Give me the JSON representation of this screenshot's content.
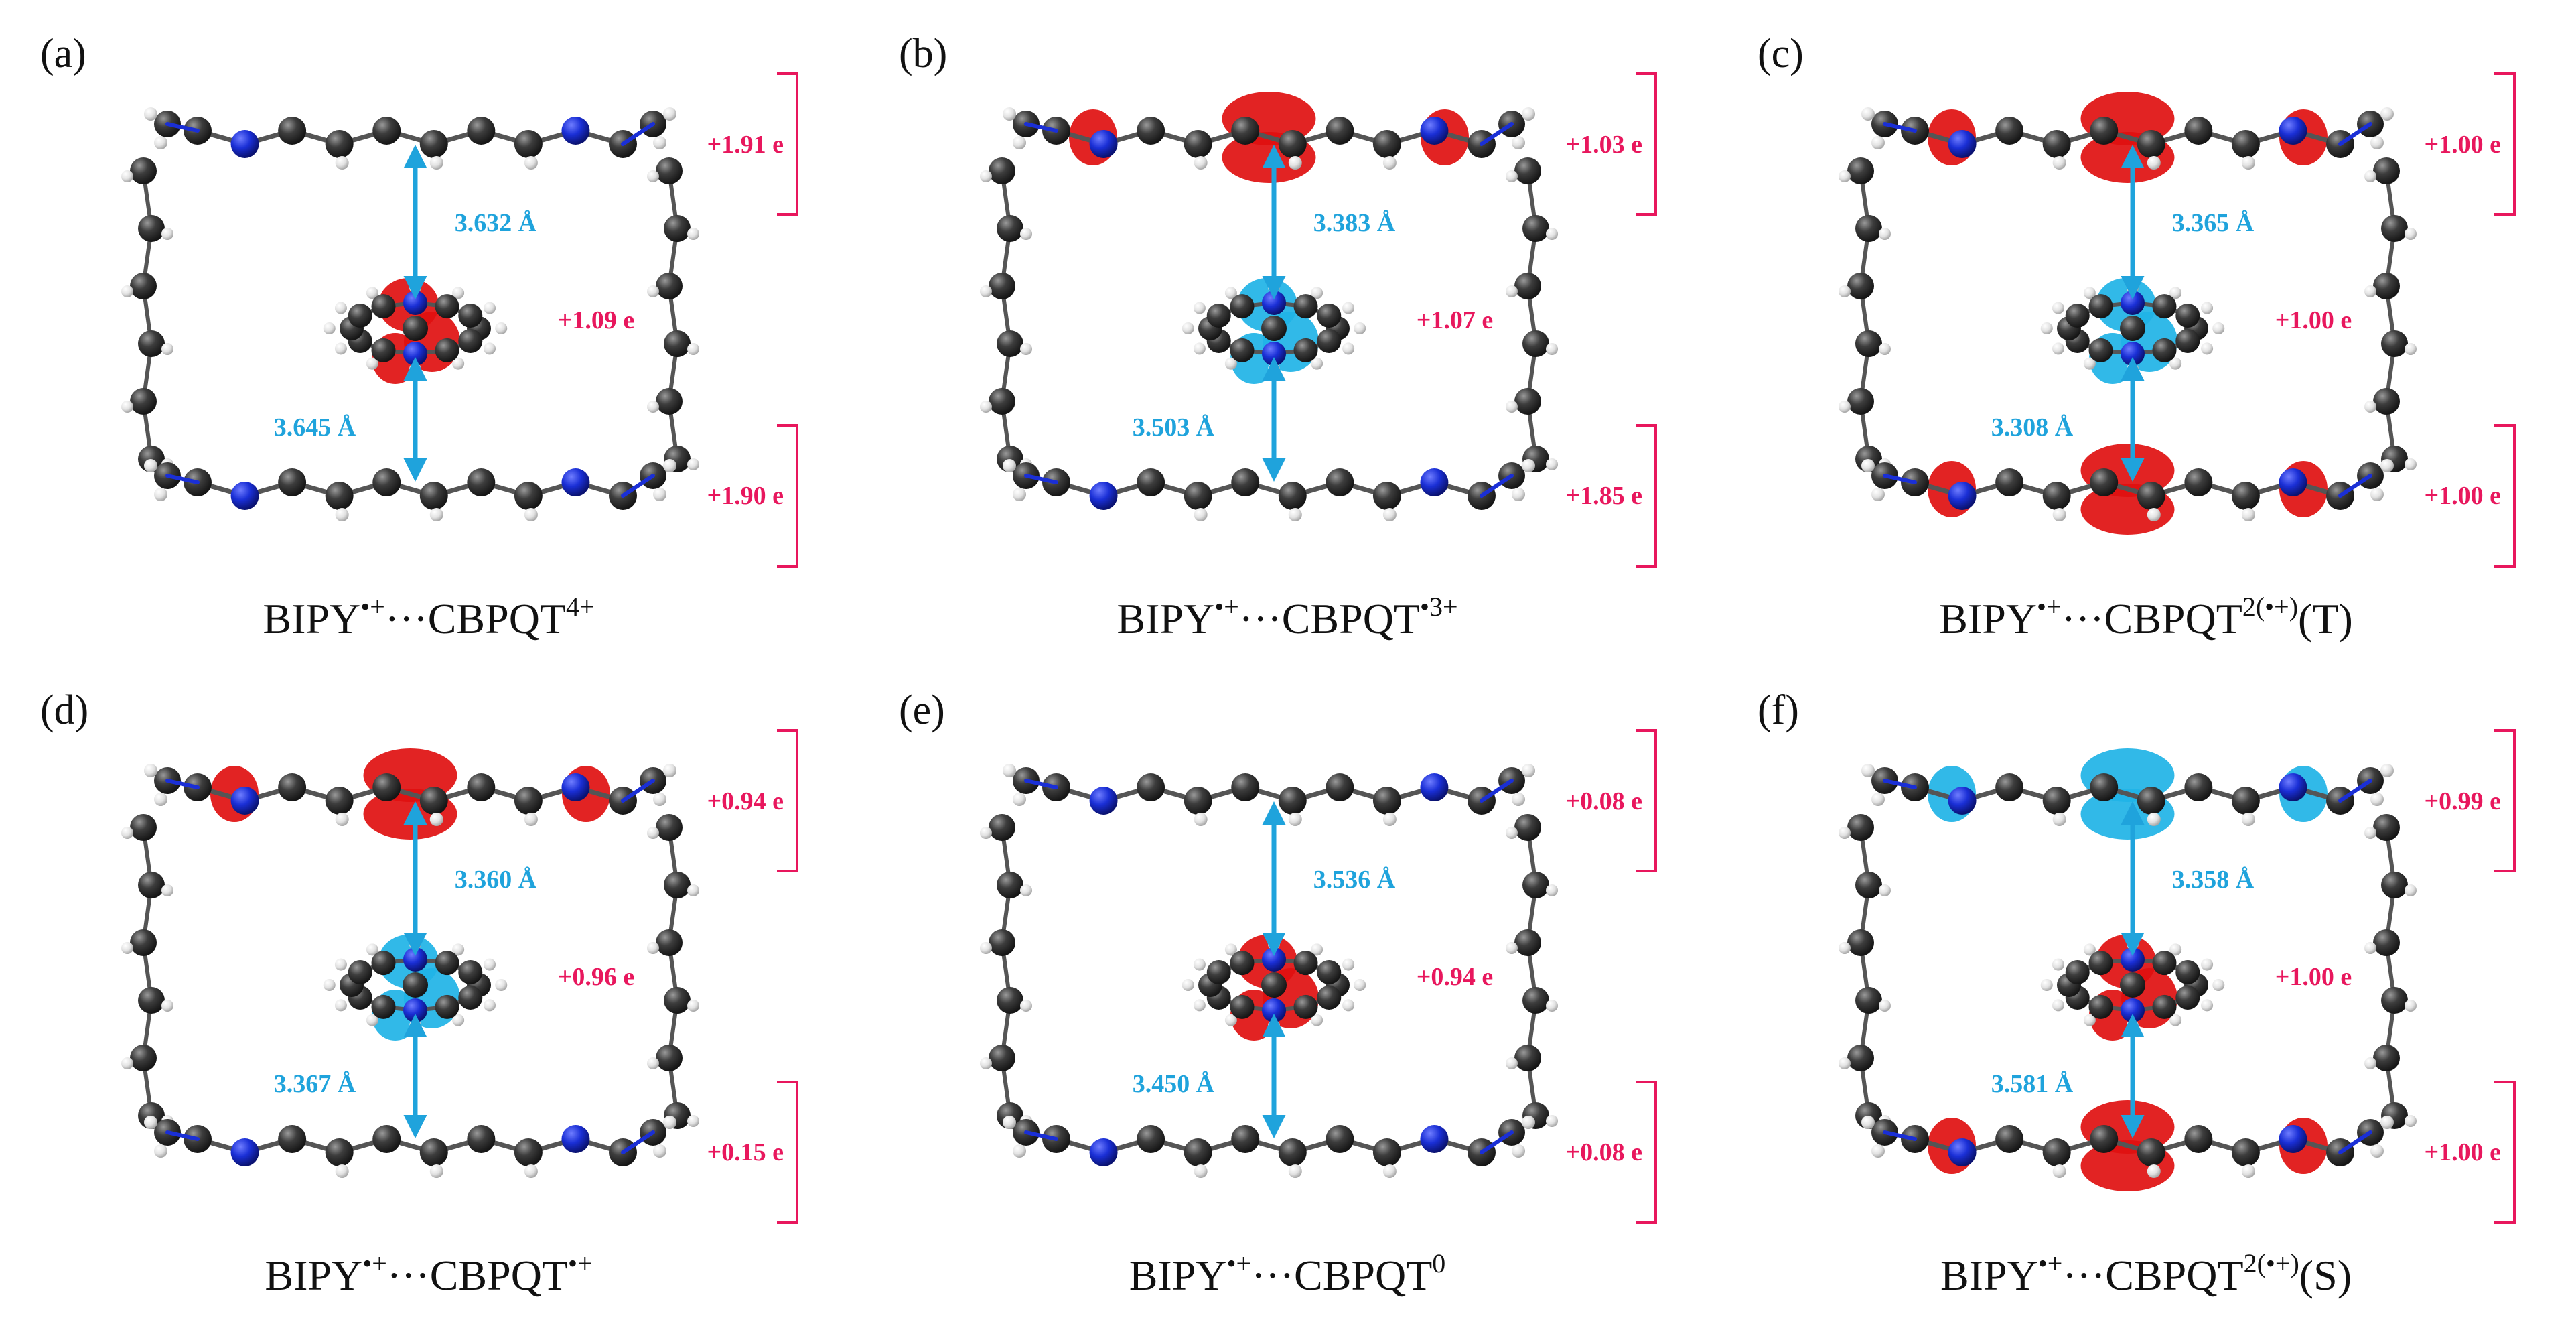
{
  "panels": [
    {
      "label": "(a)",
      "top_charge": "+1.91 e",
      "guest_charge": "+1.09 e",
      "bottom_charge": "+1.90 e",
      "dist_upper": "3.632 Å",
      "dist_lower": "3.645 Å",
      "caption_base": "BIPY",
      "caption_sup1": "•+",
      "caption_mid": "···CBPQT",
      "caption_sup2": "4+",
      "caption_tail": "",
      "guest_lobe_color": "#e01010",
      "top_lobe_color": "",
      "bottom_lobe_color": ""
    },
    {
      "label": "(b)",
      "top_charge": "+1.03 e",
      "guest_charge": "+1.07 e",
      "bottom_charge": "+1.85 e",
      "dist_upper": "3.383 Å",
      "dist_lower": "3.503 Å",
      "caption_base": "BIPY",
      "caption_sup1": "•+",
      "caption_mid": "···CBPQT",
      "caption_sup2": "•3+",
      "caption_tail": "",
      "guest_lobe_color": "#1fb3e6",
      "top_lobe_color": "#e01010",
      "bottom_lobe_color": ""
    },
    {
      "label": "(c)",
      "top_charge": "+1.00 e",
      "guest_charge": "+1.00 e",
      "bottom_charge": "+1.00 e",
      "dist_upper": "3.365 Å",
      "dist_lower": "3.308 Å",
      "caption_base": "BIPY",
      "caption_sup1": "•+",
      "caption_mid": "···CBPQT",
      "caption_sup2": "2(•+)",
      "caption_tail": "(T)",
      "guest_lobe_color": "#1fb3e6",
      "top_lobe_color": "#e01010",
      "bottom_lobe_color": "#e01010"
    },
    {
      "label": "(d)",
      "top_charge": "+0.94 e",
      "guest_charge": "+0.96 e",
      "bottom_charge": "+0.15 e",
      "dist_upper": "3.360 Å",
      "dist_lower": "3.367 Å",
      "caption_base": "BIPY",
      "caption_sup1": "•+",
      "caption_mid": "···CBPQT",
      "caption_sup2": "•+",
      "caption_tail": "",
      "guest_lobe_color": "#1fb3e6",
      "top_lobe_color": "#e01010",
      "bottom_lobe_color": ""
    },
    {
      "label": "(e)",
      "top_charge": "+0.08 e",
      "guest_charge": "+0.94 e",
      "bottom_charge": "+0.08 e",
      "dist_upper": "3.536 Å",
      "dist_lower": "3.450 Å",
      "caption_base": "BIPY",
      "caption_sup1": "•+",
      "caption_mid": "···CBPQT",
      "caption_sup2": "0",
      "caption_tail": "",
      "guest_lobe_color": "#e01010",
      "top_lobe_color": "",
      "bottom_lobe_color": ""
    },
    {
      "label": "(f)",
      "top_charge": "+0.99 e",
      "guest_charge": "+1.00 e",
      "bottom_charge": "+1.00 e",
      "dist_upper": "3.358 Å",
      "dist_lower": "3.581 Å",
      "caption_base": "BIPY",
      "caption_sup1": "•+",
      "caption_mid": "···CBPQT",
      "caption_sup2": "2(•+)",
      "caption_tail": "(S)",
      "guest_lobe_color": "#e01010",
      "top_lobe_color": "#1fb3e6",
      "bottom_lobe_color": "#e01010"
    }
  ],
  "colors": {
    "charge_text": "#e8175d",
    "bracket": "#e8175d",
    "distance": "#1fa3dc",
    "carbon": "#3a3a3a",
    "nitrogen": "#1a2fd6",
    "hydrogen": "#e6e6e6",
    "bond": "#555555"
  }
}
